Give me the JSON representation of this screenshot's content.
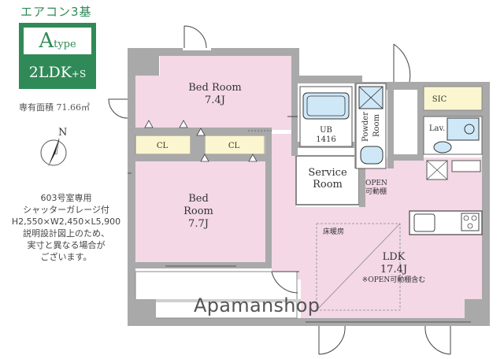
{
  "header": {
    "aircon": "エアコン3基",
    "type_main": "A",
    "type_sub": "type",
    "plan_main": "2LDK",
    "plan_sub": "+S",
    "area": "専有面積 71.66㎡"
  },
  "compass_label": "N",
  "note_lines": [
    "603号室専用",
    "シャッターガレージ付",
    "H2,550×W2,450×L5,900",
    "説明設計図上のため、",
    "実寸と異なる場合が",
    "ございます。"
  ],
  "rooms": {
    "bed1_name": "Bed Room",
    "bed1_size": "7.4J",
    "bed2_name1": "Bed",
    "bed2_name2": "Room",
    "bed2_size": "7.7J",
    "cl1": "CL",
    "cl2": "CL",
    "ub_name": "UB",
    "ub_size": "1416",
    "powder1": "Powder",
    "powder2": "Room",
    "sic": "SIC",
    "lav": "Lav.",
    "service1": "Service",
    "service2": "Room",
    "open1": "OPEN",
    "open2": "可動棚",
    "floor_heat": "床暖房",
    "ldk_name": "LDK",
    "ldk_size": "17.4J",
    "ldk_note": "※OPEN可動棚含む"
  },
  "watermark": "Apamanshop",
  "colors": {
    "accent_green": "#2f8a57",
    "room_pink": "#f4d8e6",
    "wall_gray": "#a9a9a9",
    "closet_yellow": "#fbf6cf",
    "bath_blue": "#cfe8f7"
  }
}
